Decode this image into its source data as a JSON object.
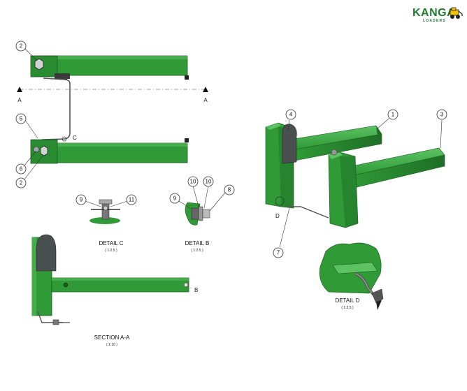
{
  "logo": {
    "word": "KANGA",
    "sub": "LOADERS"
  },
  "colors": {
    "frame_green": "#2f9a36",
    "frame_dark": "#1f6e26",
    "frame_light": "#5cc262",
    "pad": "#4a4f4f",
    "line": "#333333"
  },
  "balloons": {
    "top_view": [
      "2",
      "5",
      "6",
      "2"
    ],
    "detail_c": [
      "9",
      "11"
    ],
    "detail_b": [
      "10",
      "10",
      "9",
      "8"
    ],
    "iso_view": [
      "4",
      "1",
      "3",
      "7"
    ]
  },
  "section_marks": {
    "left": "A",
    "right": "A",
    "c_label": "C",
    "b_label": "B",
    "d_label": "D"
  },
  "detail_c": {
    "title": "DETAIL C",
    "scale": "( 1:2.5 )"
  },
  "detail_b": {
    "title": "DETAIL B",
    "scale": "( 1:2.5 )"
  },
  "detail_d": {
    "title": "DETAIL D",
    "scale": "( 1:2.5 )"
  },
  "section_aa": {
    "title": "SECTION A-A",
    "scale": "( 1:10 )"
  }
}
